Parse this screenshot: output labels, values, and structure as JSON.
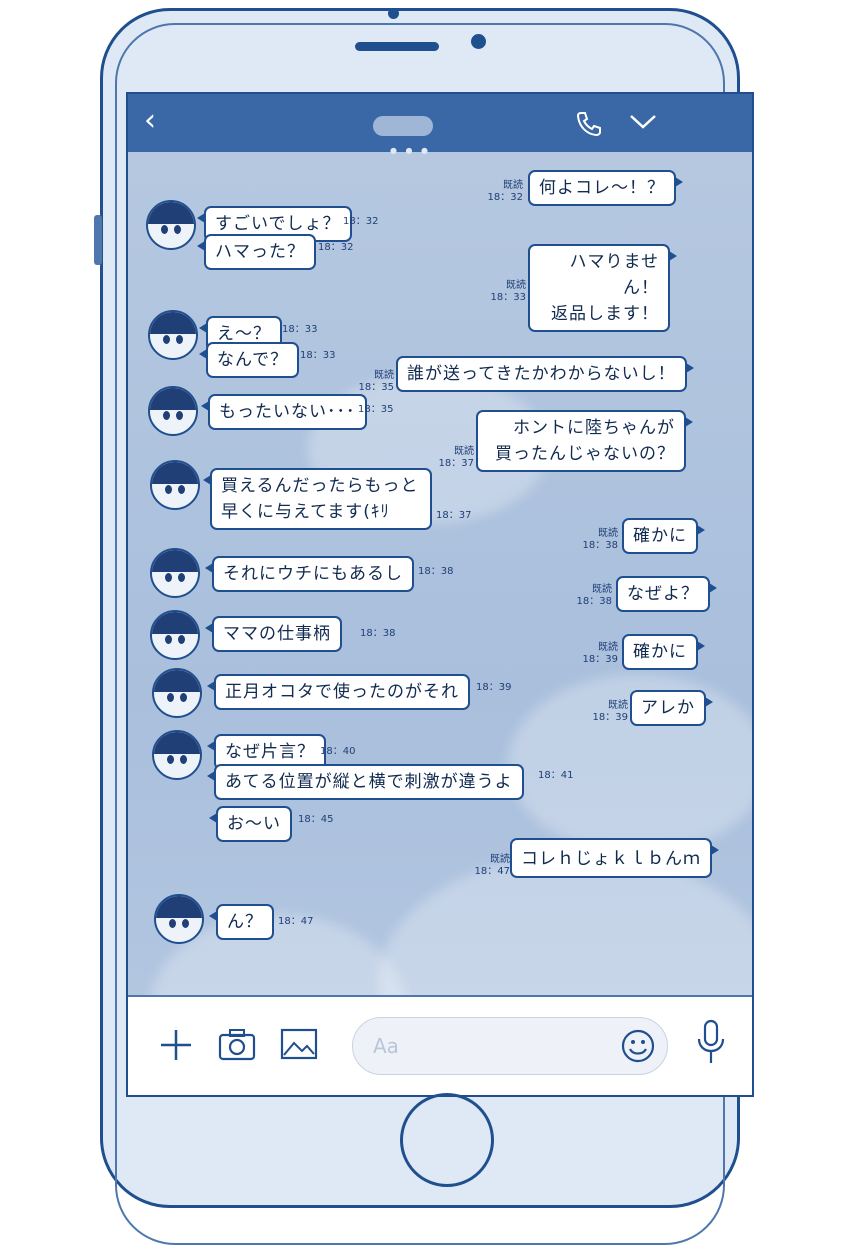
{
  "header": {
    "back_icon": "chevron-left-icon",
    "call_icon": "phone-icon",
    "menu_icon": "chevron-down-icon",
    "dots": "● ● ●"
  },
  "messages": [
    {
      "side": "r",
      "text": "何よコレ～！？",
      "read": "既読",
      "time": "18：32"
    },
    {
      "side": "l",
      "text": "すごいでしょ？",
      "time": "18：32"
    },
    {
      "side": "l",
      "text": "ハマった？",
      "time": "18：32"
    },
    {
      "side": "r",
      "lines": [
        "ハマりません！",
        "返品します！"
      ],
      "read": "既読",
      "time": "18：33"
    },
    {
      "side": "l",
      "text": "え～？",
      "time": "18：33"
    },
    {
      "side": "l",
      "text": "なんで？",
      "time": "18：33"
    },
    {
      "side": "r",
      "text": "誰が送ってきたかわからないし！",
      "read": "既読",
      "time": "18：35"
    },
    {
      "side": "l",
      "text": "もったいない･･･",
      "time": "18：35"
    },
    {
      "side": "r",
      "lines": [
        "ホントに陸ちゃんが",
        "買ったんじゃないの？"
      ],
      "read": "既読",
      "time": "18：37"
    },
    {
      "side": "l",
      "lines": [
        "買えるんだったらもっと",
        "早くに与えてます(ｷﾘ"
      ],
      "time": "18：37"
    },
    {
      "side": "r",
      "text": "確かに",
      "read": "既読",
      "time": "18：38"
    },
    {
      "side": "l",
      "text": "それにウチにもあるし",
      "time": "18：38"
    },
    {
      "side": "r",
      "text": "なぜよ？",
      "read": "既読",
      "time": "18：38"
    },
    {
      "side": "l",
      "text": "ママの仕事柄",
      "time": "18：38"
    },
    {
      "side": "r",
      "text": "確かに",
      "read": "既読",
      "time": "18：39"
    },
    {
      "side": "l",
      "text": "正月オコタで使ったのがそれ",
      "time": "18：39"
    },
    {
      "side": "r",
      "text": "アレか",
      "read": "既読",
      "time": "18：39"
    },
    {
      "side": "l",
      "text": "なぜ片言？",
      "time": "18：40"
    },
    {
      "side": "l",
      "text": "あてる位置が縦と横で刺激が違うよ",
      "time": "18：41"
    },
    {
      "side": "l",
      "text": "お～い",
      "time": "18：45"
    },
    {
      "side": "r",
      "text": "コレｈじょｋｌｂんｍ",
      "read": "既読",
      "time": "18：47"
    },
    {
      "side": "l",
      "text": "ん？",
      "time": "18：47"
    }
  ],
  "footer": {
    "input_placeholder": "Aa",
    "plus_icon": "plus-icon",
    "camera_icon": "camera-icon",
    "image_icon": "image-icon",
    "emoji_icon": "smiley-icon",
    "mic_icon": "microphone-icon"
  }
}
